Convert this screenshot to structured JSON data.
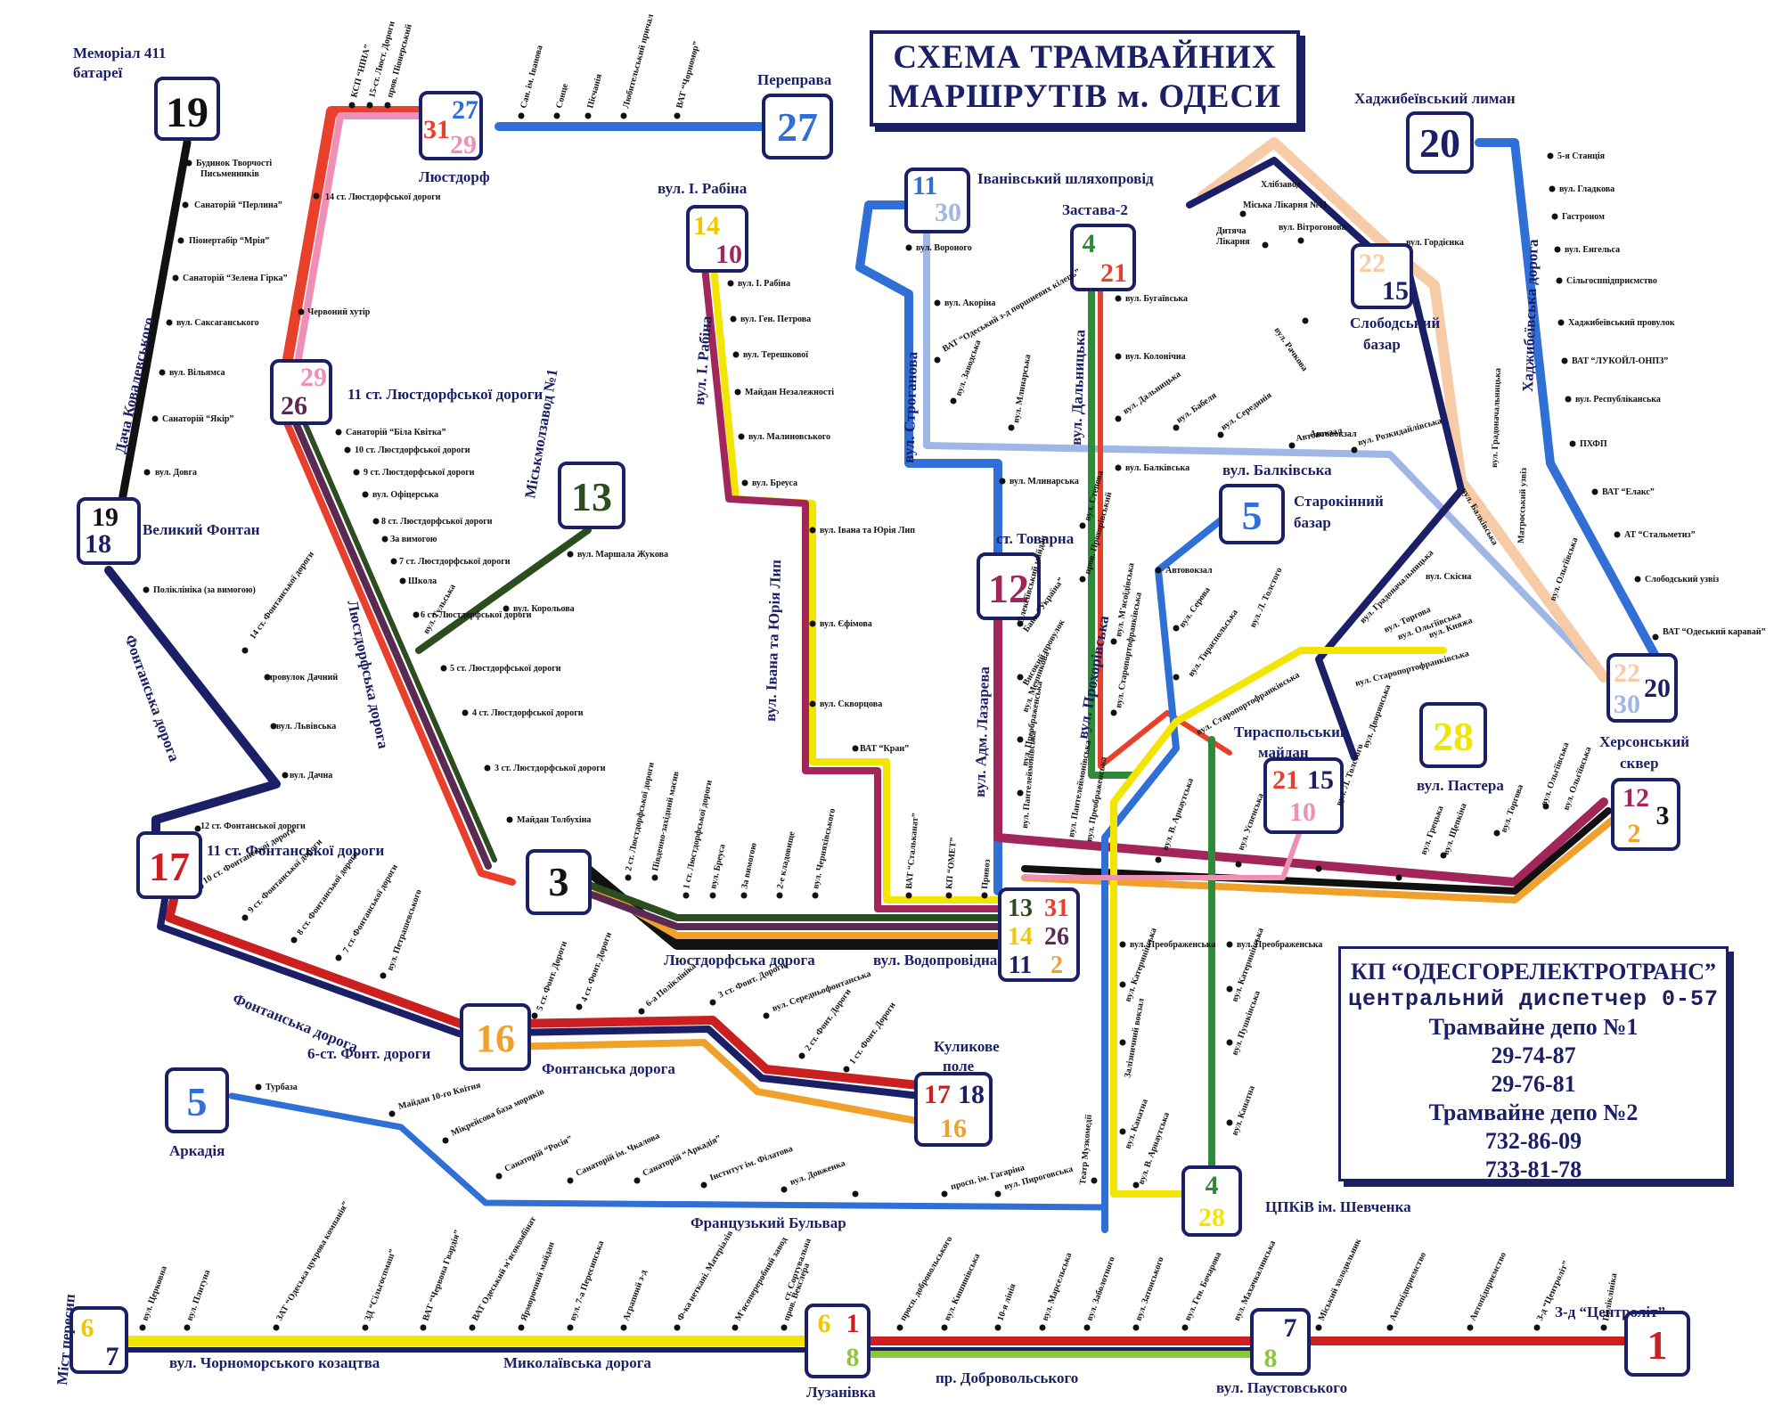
{
  "title": {
    "line1": "СХЕМА ТРАМВАЙНИХ",
    "line2": "МАРШРУТІВ м. ОДЕСИ"
  },
  "info": {
    "company": "КП “ОДЕСГОРЕЛЕКТРОТРАНС”",
    "dispatcher": "центральний диспетчер 0-57",
    "depot1": "Трамвайне депо №1",
    "depot1_phone1": "29-74-87",
    "depot1_phone2": "29-76-81",
    "depot2": "Трамвайне депо №2",
    "depot2_phone1": "732-86-09",
    "depot2_phone2": "733-81-78"
  },
  "colors": {
    "navy": "#1b1f66",
    "red": "#e8402a",
    "pink": "#ef8fb5",
    "blue": "#2f6fd6",
    "yellow": "#f2e600",
    "green": "#2f8a3a",
    "darkgreen": "#2c4d1e",
    "maroon": "#a3265b",
    "orange": "#f0a12b",
    "purple": "#5a2a52",
    "black": "#111111",
    "light_blue": "#9fb6e6",
    "peach": "#f6cba6",
    "lime": "#8dc63f",
    "darkred": "#cc1f1f"
  },
  "terminals": {
    "t19": "19",
    "t27_27": "27",
    "t27_31": "31",
    "t27_29": "29",
    "t27_right": "27",
    "t14": "14",
    "t10": "10",
    "t11": "11",
    "t30": "30",
    "t4": "4",
    "t21": "21",
    "t20": "20",
    "t22": "22",
    "t15": "15",
    "t29b": "29",
    "t26": "26",
    "t13": "13",
    "t19b": "19",
    "t18": "18",
    "t12": "12",
    "t5": "5",
    "t28": "28",
    "ta21": "21",
    "ta15": "15",
    "ta10": "10",
    "t22b": "22",
    "t20b": "20",
    "t30b": "30",
    "tk12": "12",
    "tk3": "3",
    "tk2": "2",
    "t17": "17",
    "t3": "3",
    "h13": "13",
    "h31": "31",
    "h14": "14",
    "h26": "26",
    "h11": "11",
    "h2": "2",
    "t16": "16",
    "kp17": "17",
    "kp18": "18",
    "kp16": "16",
    "t5b": "5",
    "c4": "4",
    "c28": "28",
    "mp6": "6",
    "mp7": "7",
    "lz6": "6",
    "lz1": "1",
    "lz8": "8",
    "pa7": "7",
    "pa8": "8",
    "ce1": "1"
  },
  "places": {
    "memorial": "Меморіал 411",
    "batarei": "батареї",
    "pereprava": "Переправа",
    "lustdorf": "Люстдорф",
    "rabina": "вул. І. Рабіна",
    "ivanivsky": "Іванівський шляхопровід",
    "zastava": "Застава-2",
    "khadzh": "Хаджибеївський лиман",
    "slob1": "Слободський",
    "slob2": "базар",
    "lust11": "11 ст. Люстдорфської дороги",
    "vfontan": "Великий Фонтан",
    "startok1": "Старокінний",
    "startok2": "базар",
    "tovarna": "ст. Товарна",
    "tiras1": "Тираспольський",
    "tiras2": "майдан",
    "pastera": "вул. Пастера",
    "kherson1": "Херсонський",
    "kherson2": "сквер",
    "font11": "11 ст. Фонтанської дороги",
    "font6": "6-ст. Фонт. дороги",
    "kulyk1": "Куликове",
    "kulyk2": "поле",
    "arkadia": "Аркадія",
    "frbul": "Французький Бульвар",
    "cpkiv": "ЦПКіВ ім. Шевченка",
    "mist": "Міст пересип",
    "chornomor": "вул. Чорноморського козацтва",
    "mykol": "Миколаївська дорога",
    "luzan": "Лузанівка",
    "dobrov": "пр. Добровольського",
    "paust": "вул. Паустовського",
    "centrolit": "З-д “Центроліт”",
    "lust_road": "Люстдорфська дорога",
    "vodopr": "вул. Водопровідна",
    "font_road": "Фонтанська дорога",
    "font_road2": "Фонтанська дорога",
    "dacha": "Дача Ковалевського",
    "fontanska": "Фонтанська дорога",
    "lust_vert": "Люстдорфська дорога",
    "kmolzavod": "Міськмолзавод №1",
    "rabina_v": "вул. І. Рабіна",
    "ivana": "вул. Івана та Юрія Лип",
    "strogan": "вул. Строганова",
    "dalnyc": "вул. Дальницька",
    "lazareva": "вул. Адм. Лазарева",
    "prokhor": "вул. Прохорівська",
    "balkivska": "вул. Балківська",
    "khadzh_road": "Хаджибеївська дорога"
  },
  "stops": {
    "s19_1": "Будинок Творчості",
    "s19_1b": "Письменників",
    "s19_2": "Санаторій “Перлина”",
    "s19_3": "Піонертабір “Мрія”",
    "s19_4": "Санаторій “Зелена Гірка”",
    "s19_5": "вул. Саксаганського",
    "s19_6": "вул. Вільямса",
    "s19_7": "Санаторій “Якір”",
    "s19_8": "вул. Довга",
    "sf1": "Поліклініка (за вимогою)",
    "sf2": "14 ст. Фонтанської дороги",
    "sf3": "провулок Дачний",
    "sf4": "вул. Львівська",
    "sf5": "вул. Дачна",
    "sf6": "12 ст. Фонтанської дороги",
    "sl1": "Червоний хутір",
    "sl2": "14 ст. Люстдорфської дороги",
    "sl3": "Санаторій “Біла Квітка”",
    "sl4": "10 ст. Люстдорфської дороги",
    "sl5": "9 ст. Люстдорфської дороги",
    "sl6": "вул. Офіцерська",
    "sl7": "8 ст. Люстдорфської дороги",
    "sl8": "За вимогою",
    "sl9": "7 ст. Люстдорфської дороги",
    "sl10": "Школа",
    "sl11": "6 ст. Люстдорфської дороги",
    "sl12": "вул. Тульська",
    "sl13": "5 ст. Люстдорфської дороги",
    "sl14": "4 ст. Люстдорфської дороги",
    "sl15": "3 ст. Люстдорфської дороги",
    "sl16": "Майдан Толбухіна",
    "s13_1": "вул. Маршала Жукова",
    "s13_2": "вул. Корольова",
    "st1": "КСП “НІНА”",
    "st2": "15-ст. Люст. Дороги",
    "st3": "пров. Піонерський",
    "st4": "Сан. ім. Іванова",
    "st5": "Сонце",
    "st6": "Пісчанія",
    "st7": "Любительський причал",
    "st8": "ВАТ “Чорномор”",
    "sr1": "вул. І. Рабіна",
    "sr2": "вул. Ген. Петрова",
    "sr3": "вул. Терешкової",
    "sr4": "Майдан Незалежності",
    "sr5": "вул. Малиновського",
    "sr6": "вул. Бреуса",
    "sr7": "вул. Івана та Юрія Лип",
    "sr8": "вул. Єфімова",
    "sr9": "вул. Скворцова",
    "sr10": "ВАТ “Кран”",
    "sd1": "2 ст. Люстдорфської дороги",
    "sd2": "Південно-західний масив",
    "sd3": "1 ст. Люстдорфської дороги",
    "sd4": "вул. Бреуса",
    "sd5": "За вимогою",
    "sd6": "2-е кладовище",
    "sd7": "вул. Черняхівського",
    "sd8": "ВАТ “Стальканат”",
    "sd9": "КП “ОМЕТ”",
    "sd10": "Привоз",
    "ss1": "вул. Вороного",
    "ss2": "вул. Акорiна",
    "ss3": "ВАТ “Одеський з-д поршневих кілець”",
    "ss4": "вул. Заводська",
    "ss5": "вул. Млинарська",
    "ss6": "вул. Млинарська",
    "sdal1": "вул. Бугаївська",
    "sdal2": "вул. Колонічна",
    "sdal3": "вул. Дальницька",
    "sdal4": "вул. Бабеля",
    "sdal5": "вул. Серединія",
    "sdal6": "вул. Балківська",
    "sdal7": "Автовокзал",
    "sdal8": "вул. Розкидайлівська",
    "sdal9": "вул. Степова",
    "sdal10": "пров. Прохорівський",
    "sdal11": "вул. М'ясоїдівська",
    "sdal12": "вул. Старопортофранківська",
    "sz1": "Хлібзавод",
    "sz2": "Міська Лікарня №11",
    "sz3": "Дитяча",
    "sz3b": "Лікарня",
    "sz4": "вул. Вітрогонова",
    "sz5": "вул. Гордієнка",
    "sz6": "вул. Рачкова",
    "sh1": "5-я Станція",
    "sh2": "вул. Гладкова",
    "sh3": "Гастроном",
    "sh4": "вул. Енгельса",
    "sh5": "Сільгосппідприємство",
    "sh6": "Хаджибеївський провулок",
    "sh7": "ВАТ “ЛУКОЙЛ-ОНПЗ”",
    "sh8": "вул. Республіканська",
    "sh9": "ПХФП",
    "sh10": "ВАТ “Елакс”",
    "sh11": "АТ “Стальметиз”",
    "sh12": "Слободський узвіз",
    "sh13": "ВАТ “Одеський каравай”",
    "sk1": "вул. Градоначальницька",
    "sk2": "Матросський узвіз",
    "sk3": "вул. Балківська",
    "sk4": "вул. Ольгіївська",
    "sk5": "вул. Скісна",
    "sk6": "вул. Градоначальницька",
    "sk7": "вул. Торгова",
    "sk8": "вул. Ольгіївська",
    "sk9": "вул. Княжа",
    "sk10": "вул. Старопортофранківська",
    "sk11": "вул. Дворянська",
    "sk12": "вул. Л. Толстого",
    "sk13": "вул. Тираспольська",
    "sk14": "вул. Серова",
    "sk15": "вул. Л. Толстого",
    "sk16": "вул. Старопортофранківська",
    "sk17": "Автовокзал",
    "sk18": "Автовокзал",
    "sp1": "вул. Пантелеймонівська",
    "sp2": "вул. Преображенська",
    "sp3": "вул. Мечникова",
    "sp4": "Високий провулок",
    "sp5": "Банк “Україна”",
    "sp6": "Олексіївський майдан",
    "sp7": "вул. Пантелеймонівська",
    "sp8": "вул. Преображенська",
    "sp9": "вул. В. Арнаутська",
    "sp10": "вул. Успенська",
    "sp11": "вул. Грецька",
    "sp12": "вул. Щепкіна",
    "sp13": "вул. Торгова",
    "sp14": "вул. Ольгіївська",
    "sp15": "вул. Ольгіївська",
    "sv1": "вул. Преображенська",
    "sv2": "вул. Катеринінська",
    "sv3": "Залізничний вокзал",
    "sv4": "вул. Канатна",
    "sv5": "вул. В. Арнаутська",
    "sv6": "Театр Музкомедії",
    "sv7": "вул. Преображенська",
    "sv8": "вул. Катеринінська",
    "sv9": "вул. Пушкінська",
    "sv10": "вул. Канатна",
    "sfo1": "10 ст. Фонтанської дороги",
    "sfo2": "9 ст. Фонтанської дороги",
    "sfo3": "8 ст. Фонтанської дороги",
    "sfo4": "7 ст. Фонтанської дороги",
    "sfo5": "вул. Петрашевського",
    "sfo6": "5 ст. Фонт. Дороги",
    "sfo7": "4 ст. Фонт. Дороги",
    "sfo8": "6-а Поліклініка",
    "sfo9": "3 ст. Фонт. Дороги",
    "sfo10": "вул. Середньофонтанська",
    "sfo11": "2 ст. Фонт. Дороги",
    "sfo12": "1 ст. Фонт. Дороги",
    "sa1": "Турбаза",
    "sa2": "Майдан 10-го Квітня",
    "sa3": "Мікрейсова база моряків",
    "sa4": "Санаторій “Росія”",
    "sa5": "Санаторій ім. Чкалова",
    "sa6": "Санаторій “Аркадія”",
    "sa7": "Інститут ім. Філатова",
    "sa8": "вул. Довженка",
    "sa9": "просп. ім. Гагаріна",
    "sa10": "вул. Пироговська",
    "sb1": "вул. Церковна",
    "sb2": "вул. Плитуна",
    "sb3": "ЗАТ “Одеська цукрова компанія”",
    "sb4": "ЗД “Сільгоспмаш”",
    "sb5": "ВАТ “Червона Гвардія”",
    "sb6": "ВАТ Одеський м'ясокомбінат",
    "sb7": "Ярморочний майдан",
    "sb8": "вул. 7-а Пересипська",
    "sb9": "Аграпний з-д",
    "sb10": "Ф-ка неткані. Матеріалів",
    "sb11": "М'ясопереробний завод",
    "sb12": "пров. Векслера",
    "sb13": "ст. Сортувальна",
    "sb14": "просп. добровольського",
    "sb15": "вул. Кишинівська",
    "sb16": "10-я лінія",
    "sb17": "вул. Марсельська",
    "sb18": "вул. Заболотного",
    "sb19": "вул. Затонського",
    "sb20": "вул. Ген. Бочарова",
    "sb21": "вул. Махачкалинська",
    "sb22": "Міський холодильник",
    "sb23": "Автопідприємство",
    "sb24": "Автопідприємство",
    "sb25": "З-д “Центроліт”",
    "sb26": "Поліклініка"
  }
}
